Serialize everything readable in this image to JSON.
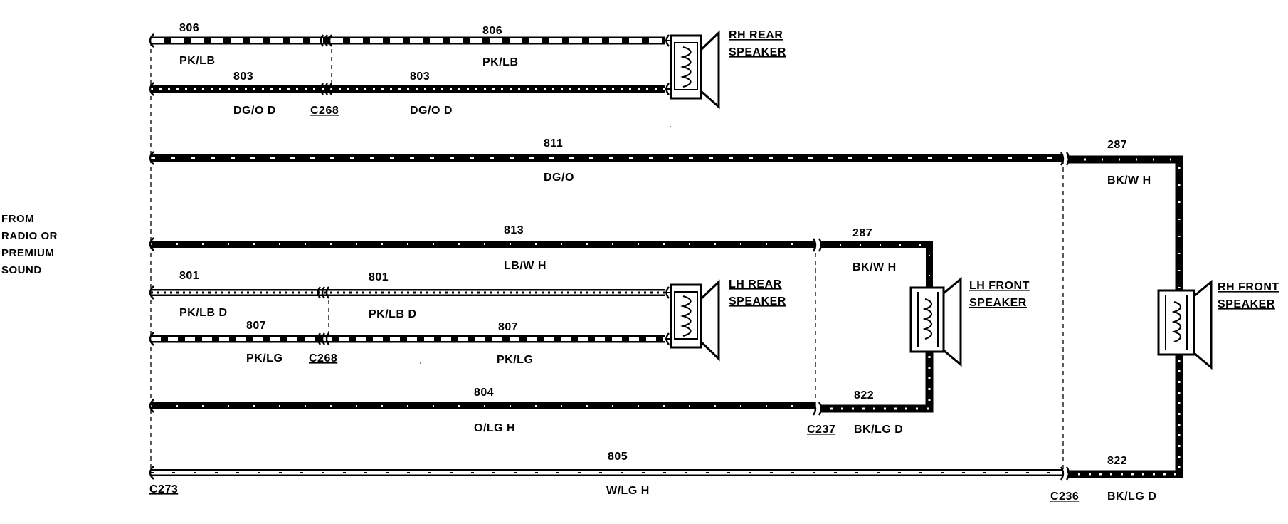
{
  "source": {
    "lines": [
      "FROM",
      "RADIO OR",
      "PREMIUM",
      "SOUND"
    ]
  },
  "speakers": {
    "rh_rear": {
      "lines": [
        "RH REAR",
        "SPEAKER"
      ]
    },
    "lh_rear": {
      "lines": [
        "LH REAR",
        "SPEAKER"
      ]
    },
    "lh_front": {
      "lines": [
        "LH FRONT",
        "SPEAKER"
      ]
    },
    "rh_front": {
      "lines": [
        "RH FRONT",
        "SPEAKER"
      ]
    }
  },
  "connectors": {
    "c268_top": "C268",
    "c268_bottom": "C268",
    "c237": "C237",
    "c236": "C236",
    "c273": "C273"
  },
  "wires": {
    "w806_a": {
      "circuit": "806",
      "color": "PK/LB"
    },
    "w806_b": {
      "circuit": "806",
      "color": "PK/LB"
    },
    "w803_a": {
      "circuit": "803",
      "color": "DG/O D"
    },
    "w803_b": {
      "circuit": "803",
      "color": "DG/O D"
    },
    "w811": {
      "circuit": "811",
      "color": "DG/O"
    },
    "w287_r": {
      "circuit": "287",
      "color": "BK/W H"
    },
    "w813": {
      "circuit": "813",
      "color": "LB/W H"
    },
    "w287_l": {
      "circuit": "287",
      "color": "BK/W H"
    },
    "w801_a": {
      "circuit": "801",
      "color": "PK/LB D"
    },
    "w801_b": {
      "circuit": "801",
      "color": "PK/LB D"
    },
    "w807_a": {
      "circuit": "807",
      "color": "PK/LG"
    },
    "w807_b": {
      "circuit": "807",
      "color": "PK/LG"
    },
    "w804": {
      "circuit": "804",
      "color": "O/LG H"
    },
    "w822_l": {
      "circuit": "822",
      "color": "BK/LG D"
    },
    "w805": {
      "circuit": "805",
      "color": "W/LG H"
    },
    "w822_r": {
      "circuit": "822",
      "color": "BK/LG D"
    }
  }
}
